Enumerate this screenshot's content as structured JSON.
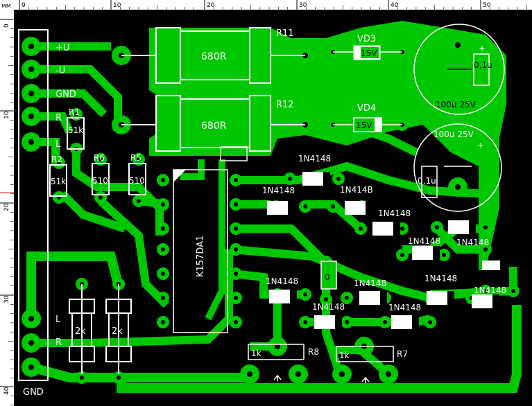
{
  "ruler": {
    "unit": "мм",
    "top_ticks": [
      "0",
      "10",
      "20",
      "30",
      "40",
      "50"
    ],
    "left_ticks": [
      "0",
      "10",
      "20",
      "30",
      "40"
    ]
  },
  "connector": {
    "pins": [
      "+U",
      "-U",
      "GND",
      "R",
      "L"
    ],
    "out_pins": [
      "L",
      "R"
    ],
    "gnd_label": "GND"
  },
  "resistors": {
    "r11": {
      "ref": "R11",
      "value": "680R"
    },
    "r12": {
      "ref": "R12",
      "value": "680R"
    },
    "r1": {
      "ref": "R1",
      "value": "51k"
    },
    "r2": {
      "ref": "R2",
      "value": "51k"
    },
    "r5": {
      "ref": "R5",
      "value": "510"
    },
    "r6": {
      "ref": "R6",
      "value": "510"
    },
    "r7": {
      "ref": "R7",
      "value": "1k"
    },
    "r8": {
      "ref": "R8",
      "value": "1k"
    },
    "out_l": {
      "value": "2k"
    },
    "out_r": {
      "value": "2k"
    }
  },
  "zeners": {
    "vd3": {
      "ref": "VD3",
      "value": "15V"
    },
    "vd4": {
      "ref": "VD4",
      "value": "15V"
    }
  },
  "capacitors": {
    "c_top": {
      "value": "100u 25V",
      "small": "0,1u",
      "plus": "+"
    },
    "c_bottom": {
      "value": "100u 25V",
      "small": "0,1u",
      "plus": "+"
    },
    "c_small": {
      "value": "0"
    }
  },
  "ic": {
    "label": "K157DA1"
  },
  "diodes": {
    "d1": "1N4148",
    "d2": "1N4148",
    "d3": "1N414B",
    "d4": "1N4148",
    "d5": "1N4148",
    "d6": "1N4148",
    "d7": "1N4148",
    "d8": "1N4148",
    "d9": "1N414B",
    "d10": "1N4148",
    "d11": "1N4148",
    "d12": "1N4148"
  },
  "colors": {
    "board": "#000000",
    "copper": "#00c800",
    "silk": "#ffffff",
    "ruler": "#ffffff",
    "ruler_mark": "#ff0000"
  }
}
